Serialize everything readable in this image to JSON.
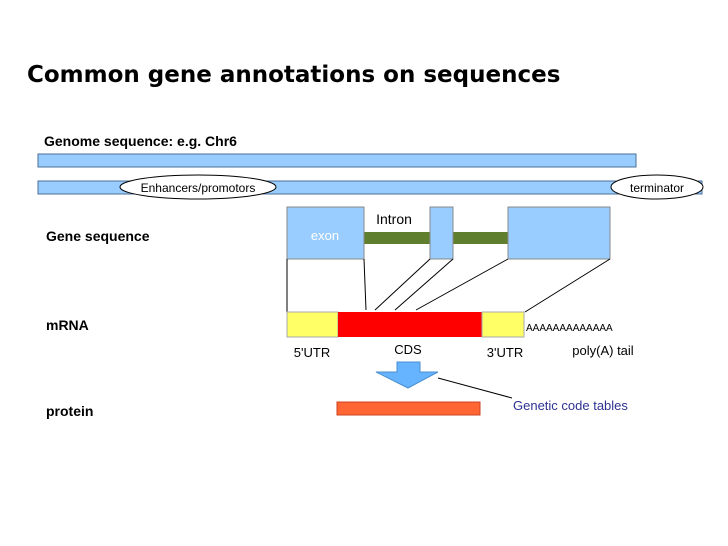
{
  "title": "Common gene annotations on sequences",
  "labels": {
    "genome": "Genome sequence: e.g. Chr6",
    "gene": "Gene sequence",
    "mrna": "mRNA",
    "protein": "protein"
  },
  "genome_track": {
    "enhancers": "Enhancers/promotors",
    "terminator": "terminator"
  },
  "gene_track": {
    "exon": "exon",
    "intron": "Intron"
  },
  "mrna_track": {
    "utr5": "5'UTR",
    "cds": "CDS",
    "utr3": "3'UTR",
    "polya_sequence": "AAAAAAAAAAAAA",
    "polya_label": "poly(A) tail"
  },
  "genetic_code": "Genetic code tables",
  "colors": {
    "exon": "#99ccff",
    "intron": "#5f7f2f",
    "utr": "#ffff66",
    "cds": "#ff0000",
    "protein": "#ff6633",
    "arrow": "#66b3ff",
    "genetic_code_text": "#2e3192"
  }
}
